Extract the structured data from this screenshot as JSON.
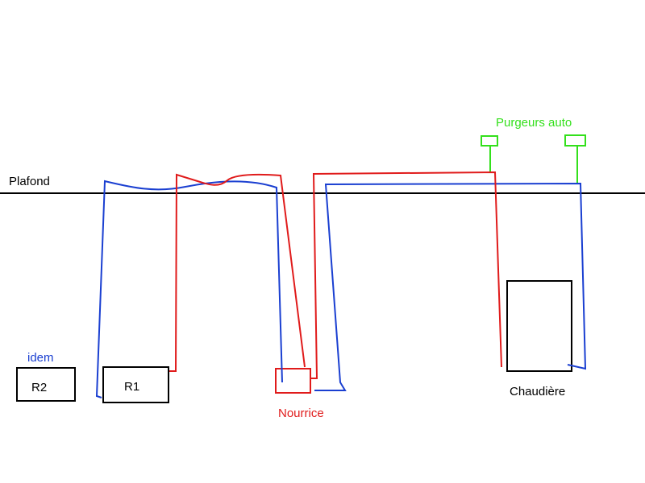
{
  "labels": {
    "plafond": "Plafond",
    "purgeurs": "Purgeurs auto",
    "idem": "idem",
    "r2": "R2",
    "r1": "R1",
    "nourrice": "Nourrice",
    "chaudiere": "Chaudière"
  },
  "colors": {
    "supply": "#e01b1b",
    "return": "#1a3fd1",
    "vent": "#33e01b",
    "outline": "#000000"
  }
}
